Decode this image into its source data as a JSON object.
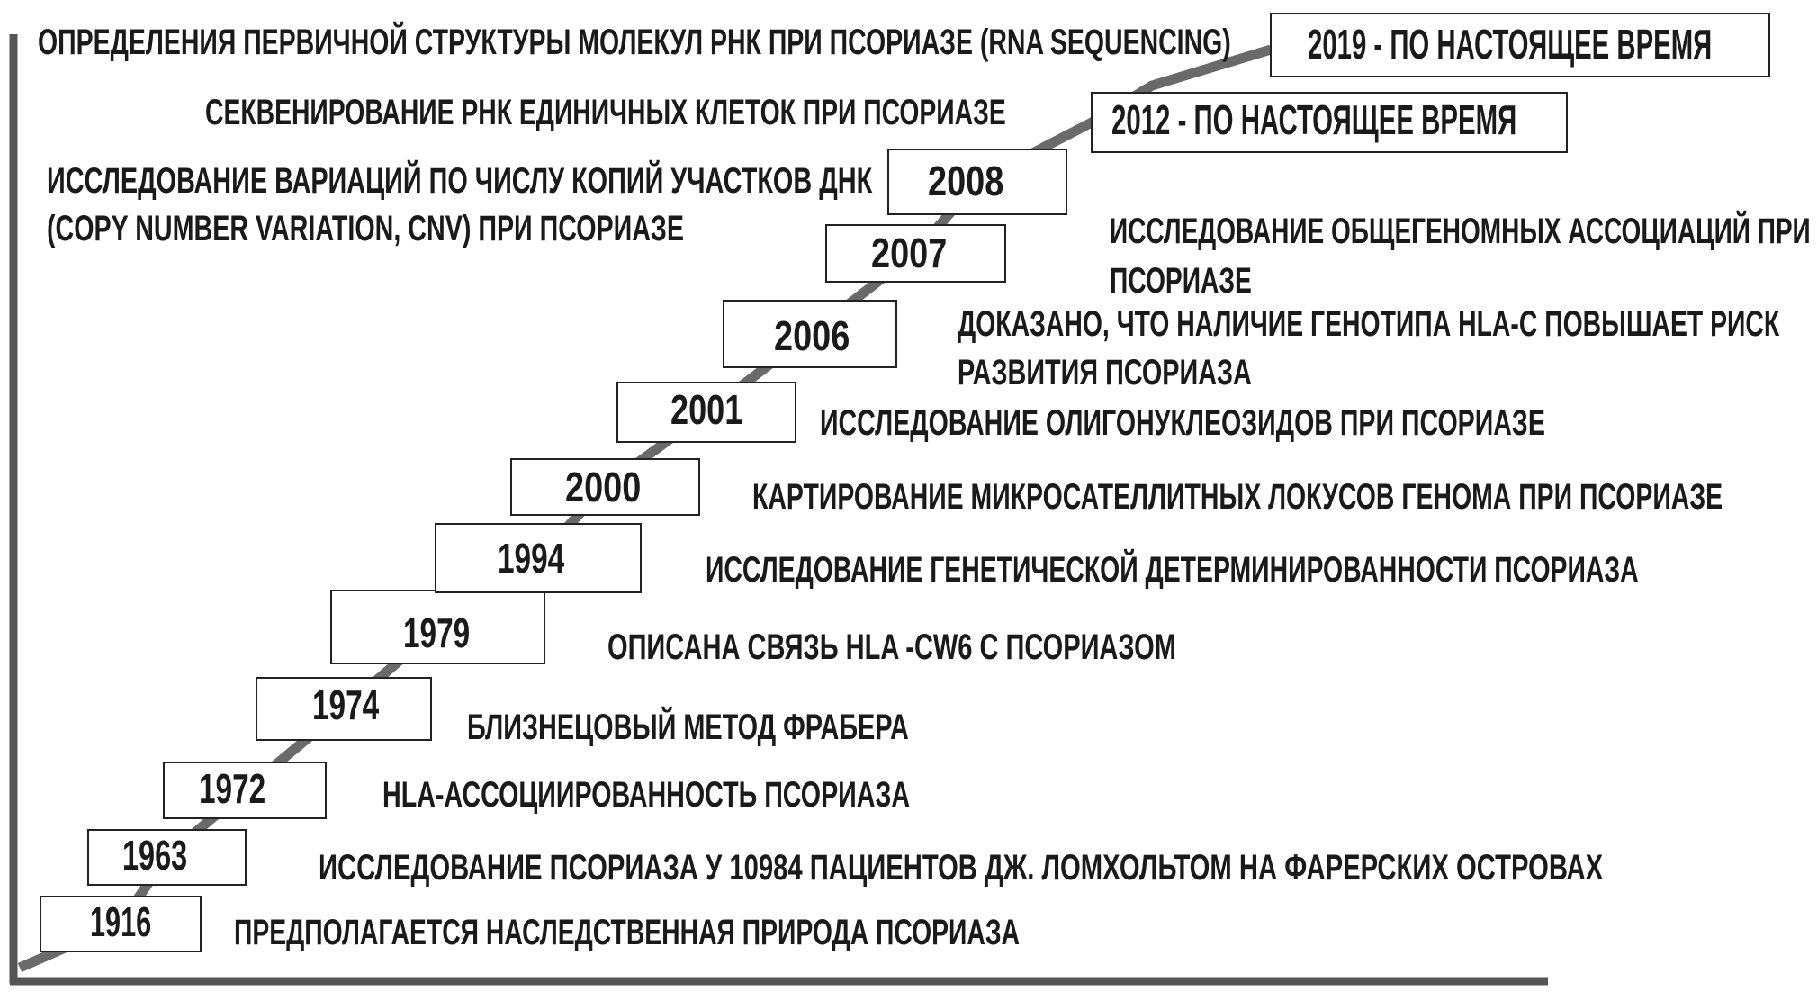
{
  "colors": {
    "axis": "#555555",
    "path": "#6a6a6a",
    "box_border": "#222222",
    "text": "#1a1a1a"
  },
  "events": [
    {
      "year": "1916",
      "text": [
        "ПРЕДПОЛАГАЕТСЯ НАСЛЕДСТВЕННАЯ ПРИРОДА ПСОРИАЗА"
      ]
    },
    {
      "year": "1963",
      "text": [
        "ИССЛЕДОВАНИЕ ПСОРИАЗА У 10984 ПАЦИЕНТОВ  ДЖ. ЛОМХОЛЬТОМ НА ФАРЕРСКИХ ОСТРОВАХ"
      ]
    },
    {
      "year": "1972",
      "text": [
        "HLA-АССОЦИИРОВАННОСТЬ ПСОРИАЗА"
      ]
    },
    {
      "year": "1974",
      "text": [
        "БЛИЗНЕЦОВЫЙ МЕТОД ФРАБЕРА"
      ]
    },
    {
      "year": "1979",
      "text": [
        "ОПИСАНА СВЯЗЬ HLA -CW6 С ПСОРИАЗОМ"
      ]
    },
    {
      "year": "1994",
      "text": [
        "ИССЛЕДОВАНИЕ ГЕНЕТИЧЕСКОЙ ДЕТЕРМИНИРОВАННОСТИ  ПСОРИАЗА"
      ]
    },
    {
      "year": "2000",
      "text": [
        "КАРТИРОВАНИЕ МИКРОСАТЕЛЛИТНЫХ ЛОКУСОВ ГЕНОМА ПРИ ПСОРИАЗЕ"
      ]
    },
    {
      "year": "2001",
      "text": [
        "ИССЛЕДОВАНИЕ ОЛИГОНУКЛЕОЗИДОВ ПРИ ПСОРИАЗЕ"
      ]
    },
    {
      "year": "2006",
      "text": [
        "ДОКАЗАНО, ЧТО НАЛИЧИЕ ГЕНОТИПА HLA-C ПОВЫШАЕТ РИСК",
        "РАЗВИТИЯ ПСОРИАЗА"
      ]
    },
    {
      "year": "2007",
      "text": [
        "ИССЛЕДОВАНИЕ ОБЩЕГЕНОМНЫХ АССОЦИАЦИЙ ПРИ",
        "ПСОРИАЗЕ"
      ]
    },
    {
      "year": "2008",
      "text": [
        "ИССЛЕДОВАНИЕ ВАРИАЦИЙ ПО ЧИСЛУ КОПИЙ УЧАСТКОВ ДНК",
        "(COPY NUMBER VARIATION, CNV) ПРИ ПСОРИАЗЕ"
      ]
    },
    {
      "year": "2012 - ПО НАСТОЯЩЕЕ ВРЕМЯ",
      "text": [
        "СЕКВЕНИРОВАНИЕ РНК ЕДИНИЧНЫХ КЛЕТОК ПРИ ПСОРИАЗЕ"
      ]
    },
    {
      "year": "2019 - ПО НАСТОЯЩЕЕ ВРЕМЯ",
      "text": [
        "ОПРЕДЕЛЕНИЯ ПЕРВИЧНОЙ СТРУКТУРЫ МОЛЕКУЛ РНК ПРИ ПСОРИАЗЕ (RNA SEQUENCING)"
      ]
    }
  ]
}
